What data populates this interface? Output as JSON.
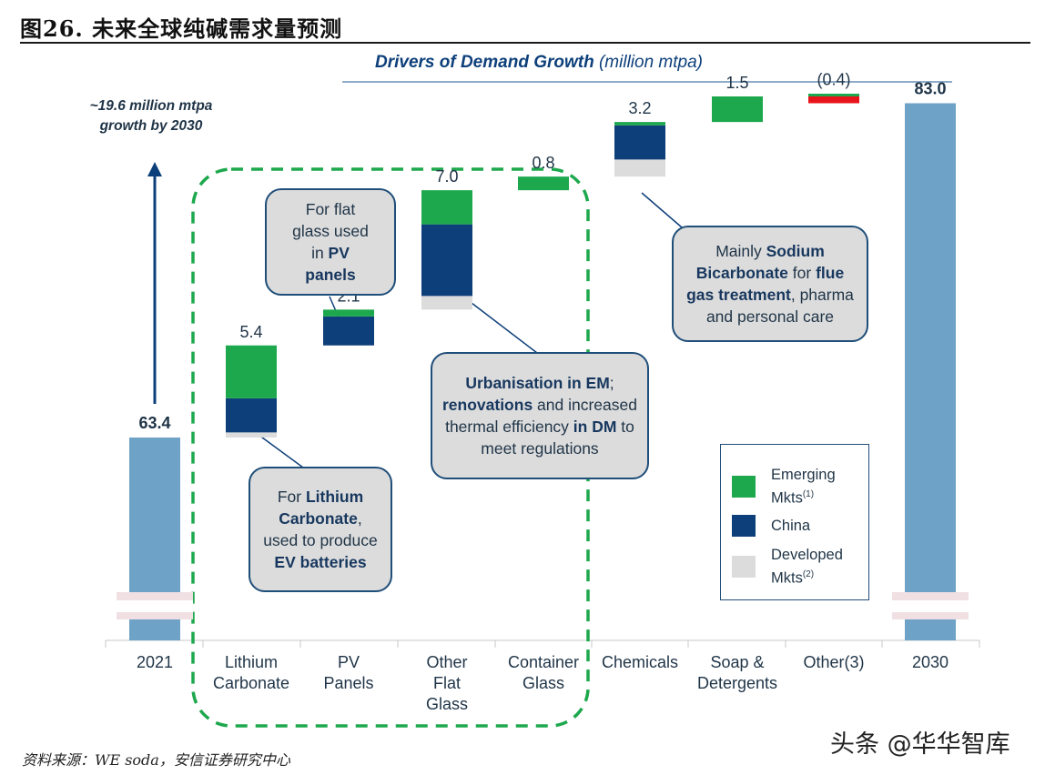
{
  "figure_title": "图26. 未来全球纯碱需求量预测",
  "source": "资料来源：WE soda，安信证券研究中心",
  "watermark": "头条 @华华智库",
  "colors": {
    "emerging": "#1ea84d",
    "china": "#0d3f7a",
    "developed": "#dcdcdc",
    "total_bar": "#6ea2c6",
    "negative": "#e8141b",
    "axis_text": "#1f3447",
    "dashed_box": "#1ea84d"
  },
  "chart_data": {
    "type": "waterfall",
    "title": "Drivers of Demand Growth",
    "title_unit": "(million mtpa)",
    "ylabel": "",
    "growth_note": "~19.6 million mtpa growth by 2030",
    "categories": [
      "2021",
      "Lithium Carbonate",
      "PV Panels",
      "Other Flat Glass",
      "Container Glass",
      "Chemicals",
      "Soap & Detergents",
      "Other(3)",
      "2030"
    ],
    "category_labels": [
      [
        "2021"
      ],
      [
        "Lithium",
        "Carbonate"
      ],
      [
        "PV",
        "Panels"
      ],
      [
        "Other",
        "Flat",
        "Glass"
      ],
      [
        "Container",
        "Glass"
      ],
      [
        "Chemicals"
      ],
      [
        "Soap &",
        "Detergents"
      ],
      [
        "Other(3)"
      ],
      [
        "2030"
      ]
    ],
    "start_total": 63.4,
    "end_total": 83.0,
    "value_labels": [
      "63.4",
      "5.4",
      "2.1",
      "7.0",
      "0.8",
      "3.2",
      "1.5",
      "(0.4)",
      "83.0"
    ],
    "increments": [
      {
        "category": "Lithium Carbonate",
        "total": 5.4,
        "developed": 0.3,
        "china": 2.0,
        "emerging": 3.1
      },
      {
        "category": "PV Panels",
        "total": 2.1,
        "developed": 0.0,
        "china": 1.7,
        "emerging": 0.4
      },
      {
        "category": "Other Flat Glass",
        "total": 7.0,
        "developed": 0.8,
        "china": 4.2,
        "emerging": 2.0
      },
      {
        "category": "Container Glass",
        "total": 0.8,
        "developed": 0.0,
        "china": 0.0,
        "emerging": 0.8
      },
      {
        "category": "Chemicals",
        "total": 3.2,
        "developed": 1.0,
        "china": 2.0,
        "emerging": 0.2
      },
      {
        "category": "Soap & Detergents",
        "total": 1.5,
        "developed": 0.0,
        "china": 0.0,
        "emerging": 1.5
      },
      {
        "category": "Other(3)",
        "total": -0.4,
        "developed": 0.0,
        "china": 0.0,
        "emerging": 0.0
      }
    ],
    "series": [
      {
        "name": "Emerging Mkts",
        "footnote": "(1)"
      },
      {
        "name": "China",
        "footnote": ""
      },
      {
        "name": "Developed Mkts",
        "footnote": "(2)"
      }
    ],
    "axis_break": true,
    "legend_position": "right"
  },
  "callouts": {
    "pv": [
      "For flat",
      "glass used",
      "in ",
      "PV",
      "panels"
    ],
    "lithium": [
      "For ",
      "Lithium Carbonate",
      ", used to produce ",
      "EV batteries"
    ],
    "urban": [
      "Urbanisation in EM",
      "; ",
      "renovations",
      " and increased thermal efficiency ",
      "in DM",
      " to meet regulations"
    ],
    "sodium": [
      "Mainly ",
      "Sodium Bicarbonate",
      " for ",
      "flue gas treatment",
      ", pharma and personal care"
    ]
  }
}
